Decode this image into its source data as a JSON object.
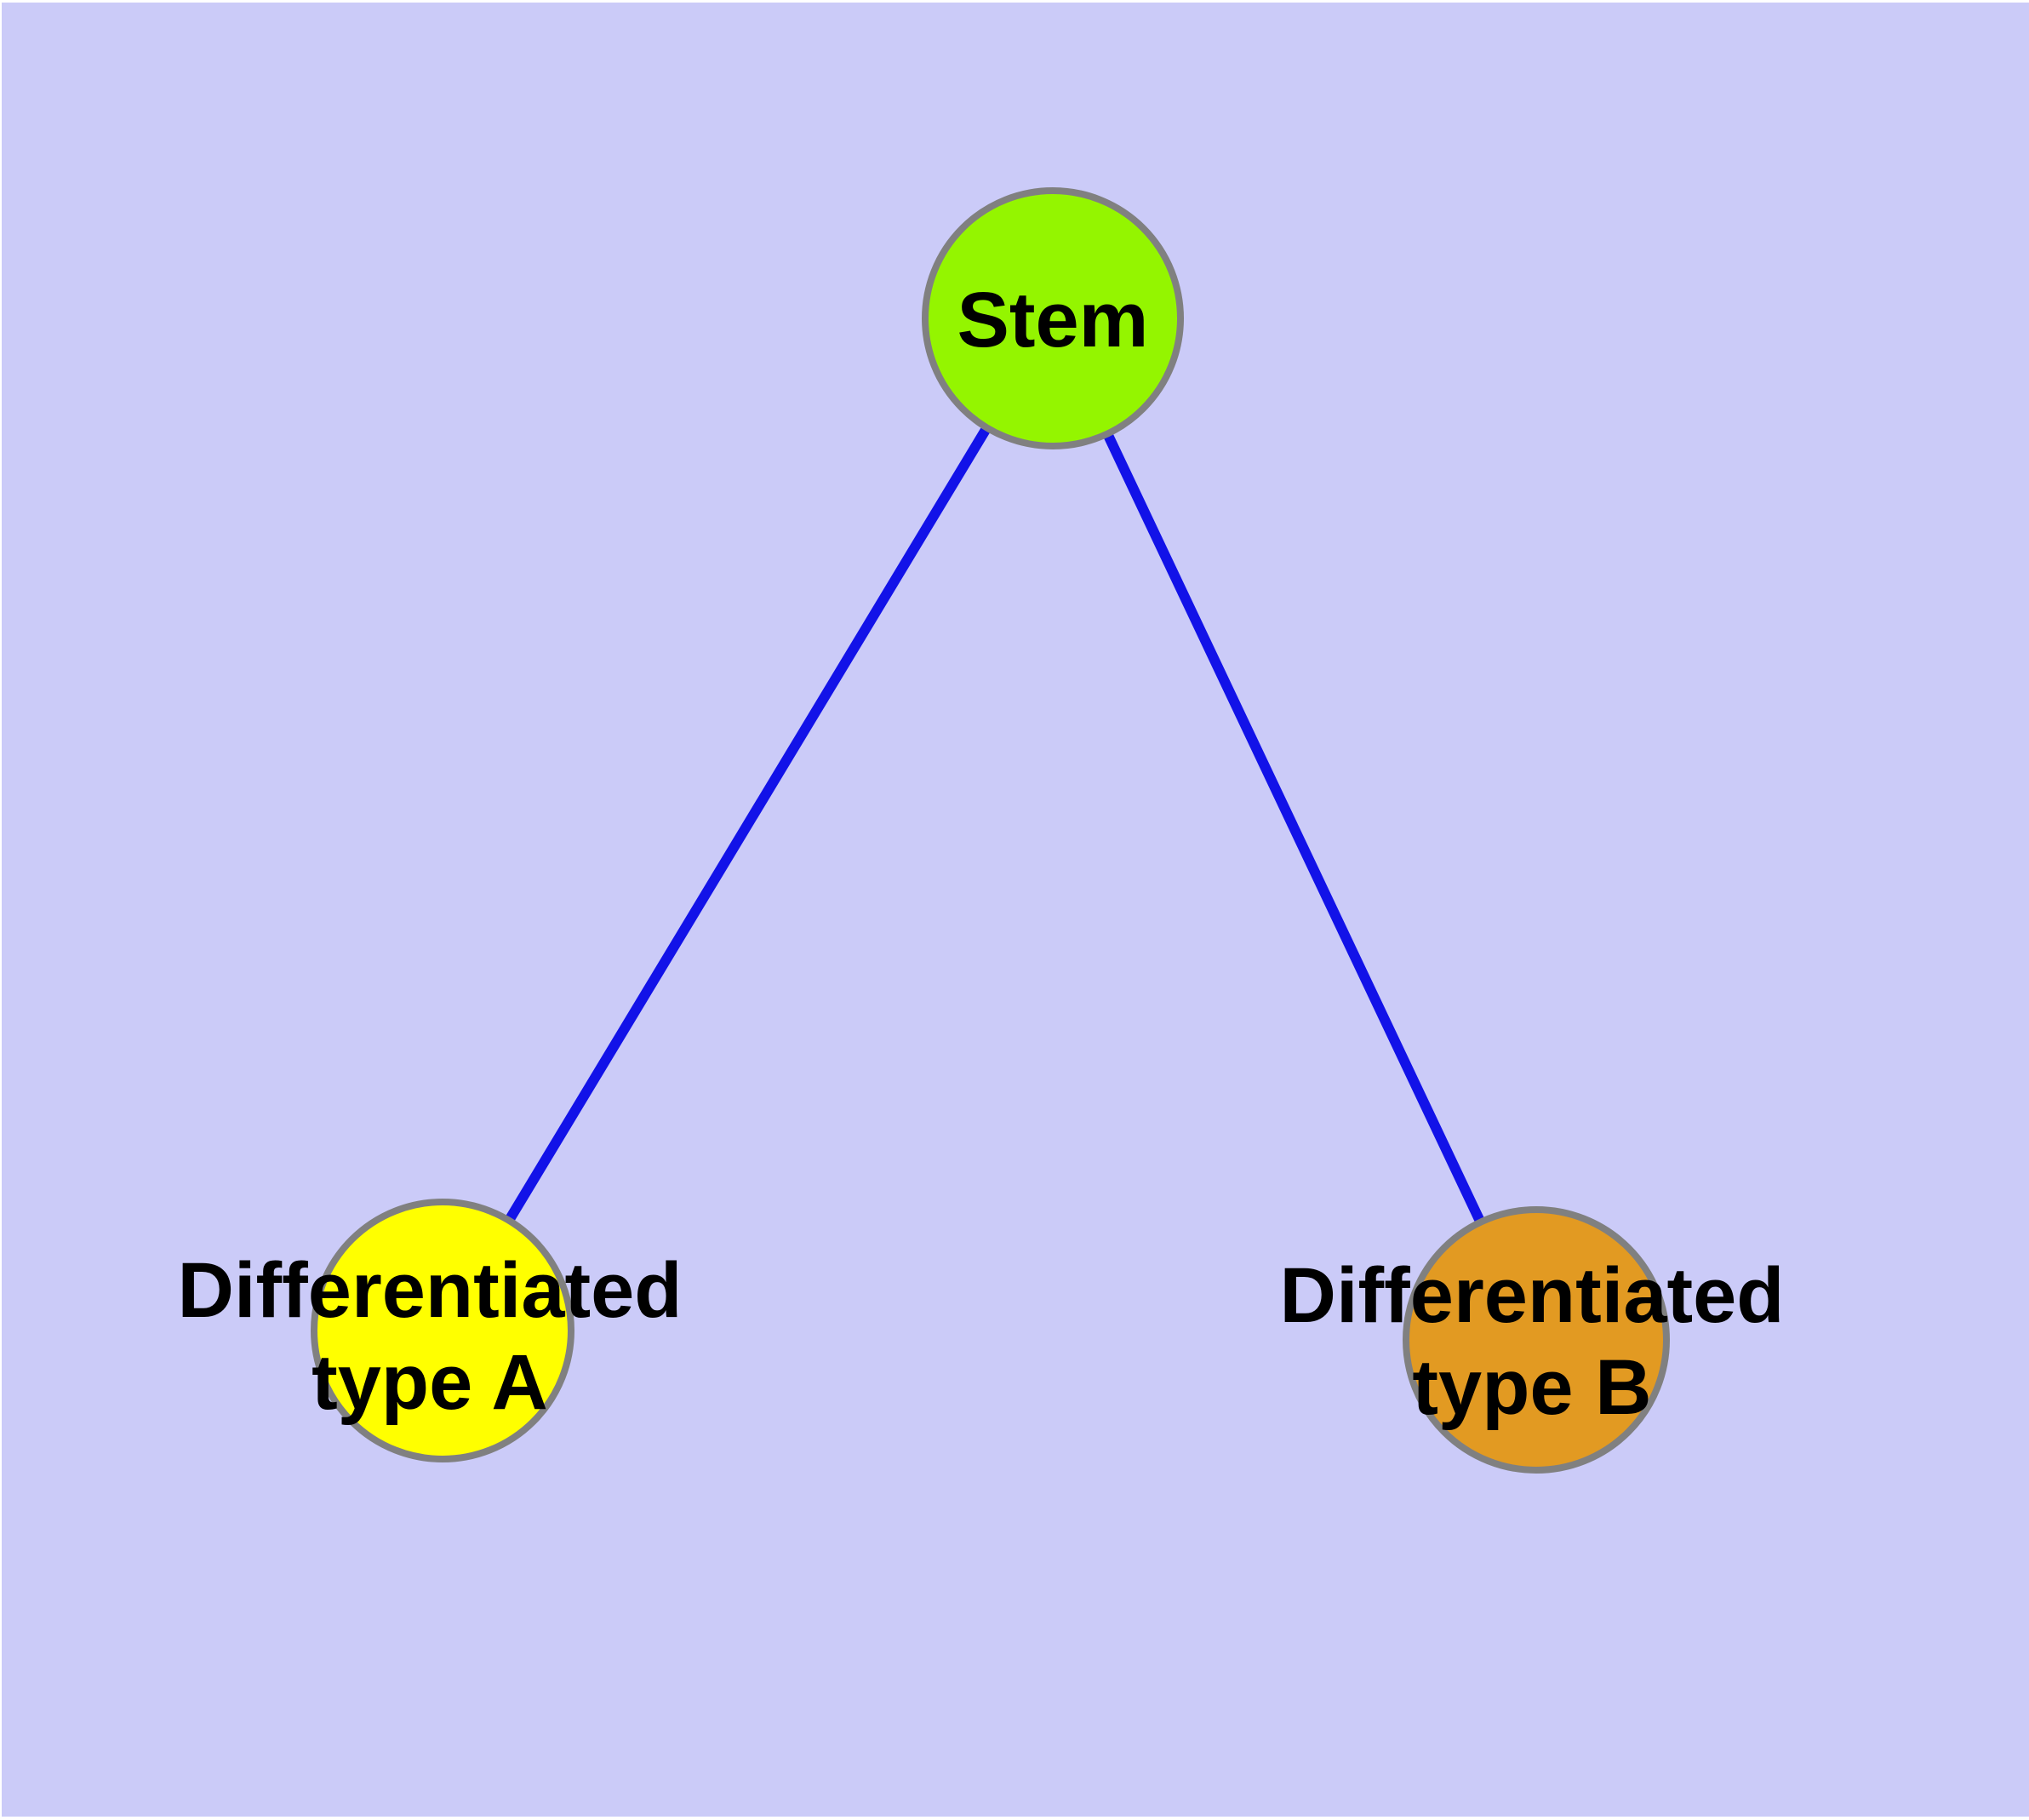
{
  "figure": {
    "description_labels": {
      "stem_line1": "Stem",
      "typeA_line1": "Differentiated",
      "typeA_line2": "type A",
      "typeB_line1": "Differentiated",
      "typeB_line2": "type B"
    }
  },
  "colors": {
    "page_margin": "#FFFFFF",
    "canvas_background": "#CBCBF8",
    "edge_blue": "#1212E8",
    "node_border_gray": "#808080",
    "label_text": "#000000",
    "stem_green": "#94F500",
    "typeA_yellow": "#FFFF00",
    "typeB_orange": "#E29A22"
  },
  "graph": {
    "type": "tree",
    "nodes": [
      {
        "id": "stem",
        "label": "Stem",
        "lines": [
          "Stem"
        ],
        "color": "#94F500"
      },
      {
        "id": "typeA",
        "label": "Differentiated type A",
        "lines": [
          "Differentiated",
          "type A"
        ],
        "color": "#FFFF00"
      },
      {
        "id": "typeB",
        "label": "Differentiated type B",
        "lines": [
          "Differentiated",
          "type B"
        ],
        "color": "#E29A22"
      }
    ],
    "edges": [
      {
        "from": "stem",
        "to": "typeA"
      },
      {
        "from": "stem",
        "to": "typeB"
      }
    ]
  }
}
